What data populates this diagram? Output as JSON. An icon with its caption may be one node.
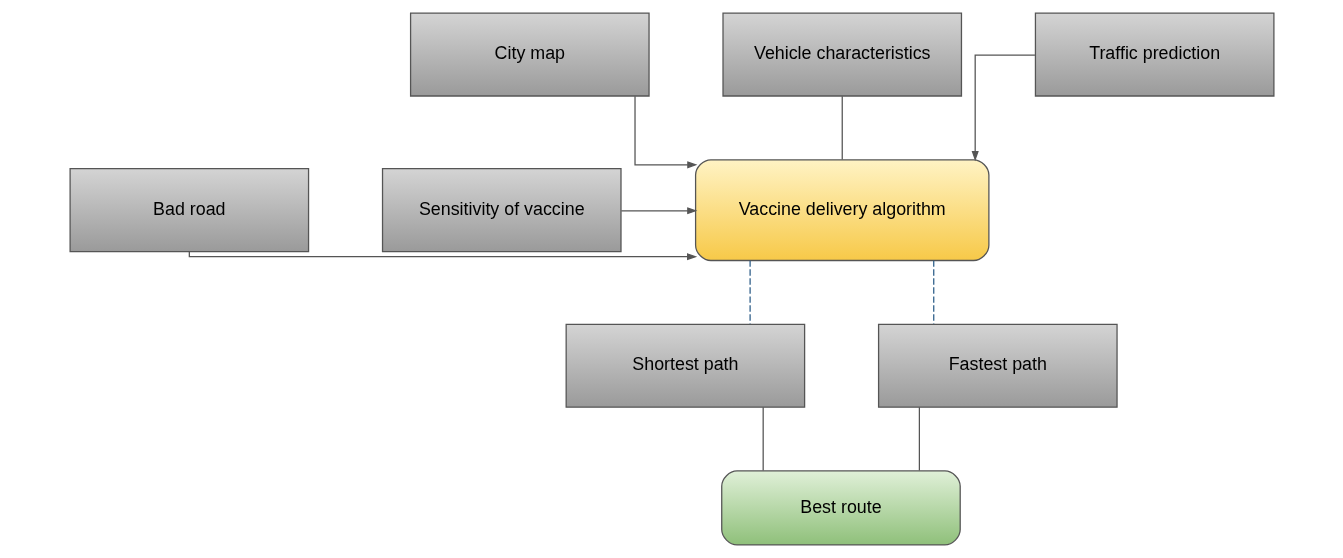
{
  "diagram": {
    "nodes": [
      {
        "text": [
          "City map"
        ]
      },
      {
        "text": [
          "Vehicle characteristics"
        ]
      },
      {
        "text": [
          "Traffic prediction"
        ]
      },
      {
        "text": [
          "Bad road"
        ]
      },
      {
        "text": [
          "Vaccine delivery algorithm"
        ]
      },
      {
        "text": [
          "Sensitivity of vaccine"
        ]
      },
      {
        "text": [
          "Shortest path"
        ]
      },
      {
        "text": [
          "Fastest path"
        ]
      },
      {
        "text": [
          "Best route"
        ]
      }
    ],
    "edges": [
      {
        "from": 0,
        "to": 4,
        "arrow": "to"
      },
      {
        "from": 1,
        "to": 4,
        "arrow": "none"
      },
      {
        "from": 2,
        "to": 4,
        "arrow": "to"
      },
      {
        "from": 3,
        "to": 4,
        "arrow": "to"
      },
      {
        "from": 5,
        "to": 4,
        "arrow": "to"
      },
      {
        "from": 4,
        "to": 6,
        "arrow": "none",
        "style": "dashed",
        "color": "#2f5f8a"
      },
      {
        "from": 4,
        "to": 7,
        "arrow": "none",
        "style": "dashed",
        "color": "#2f5f8a"
      },
      {
        "from": 6,
        "to": 8,
        "arrow": "none"
      },
      {
        "from": 7,
        "to": 8,
        "arrow": "none"
      }
    ]
  }
}
